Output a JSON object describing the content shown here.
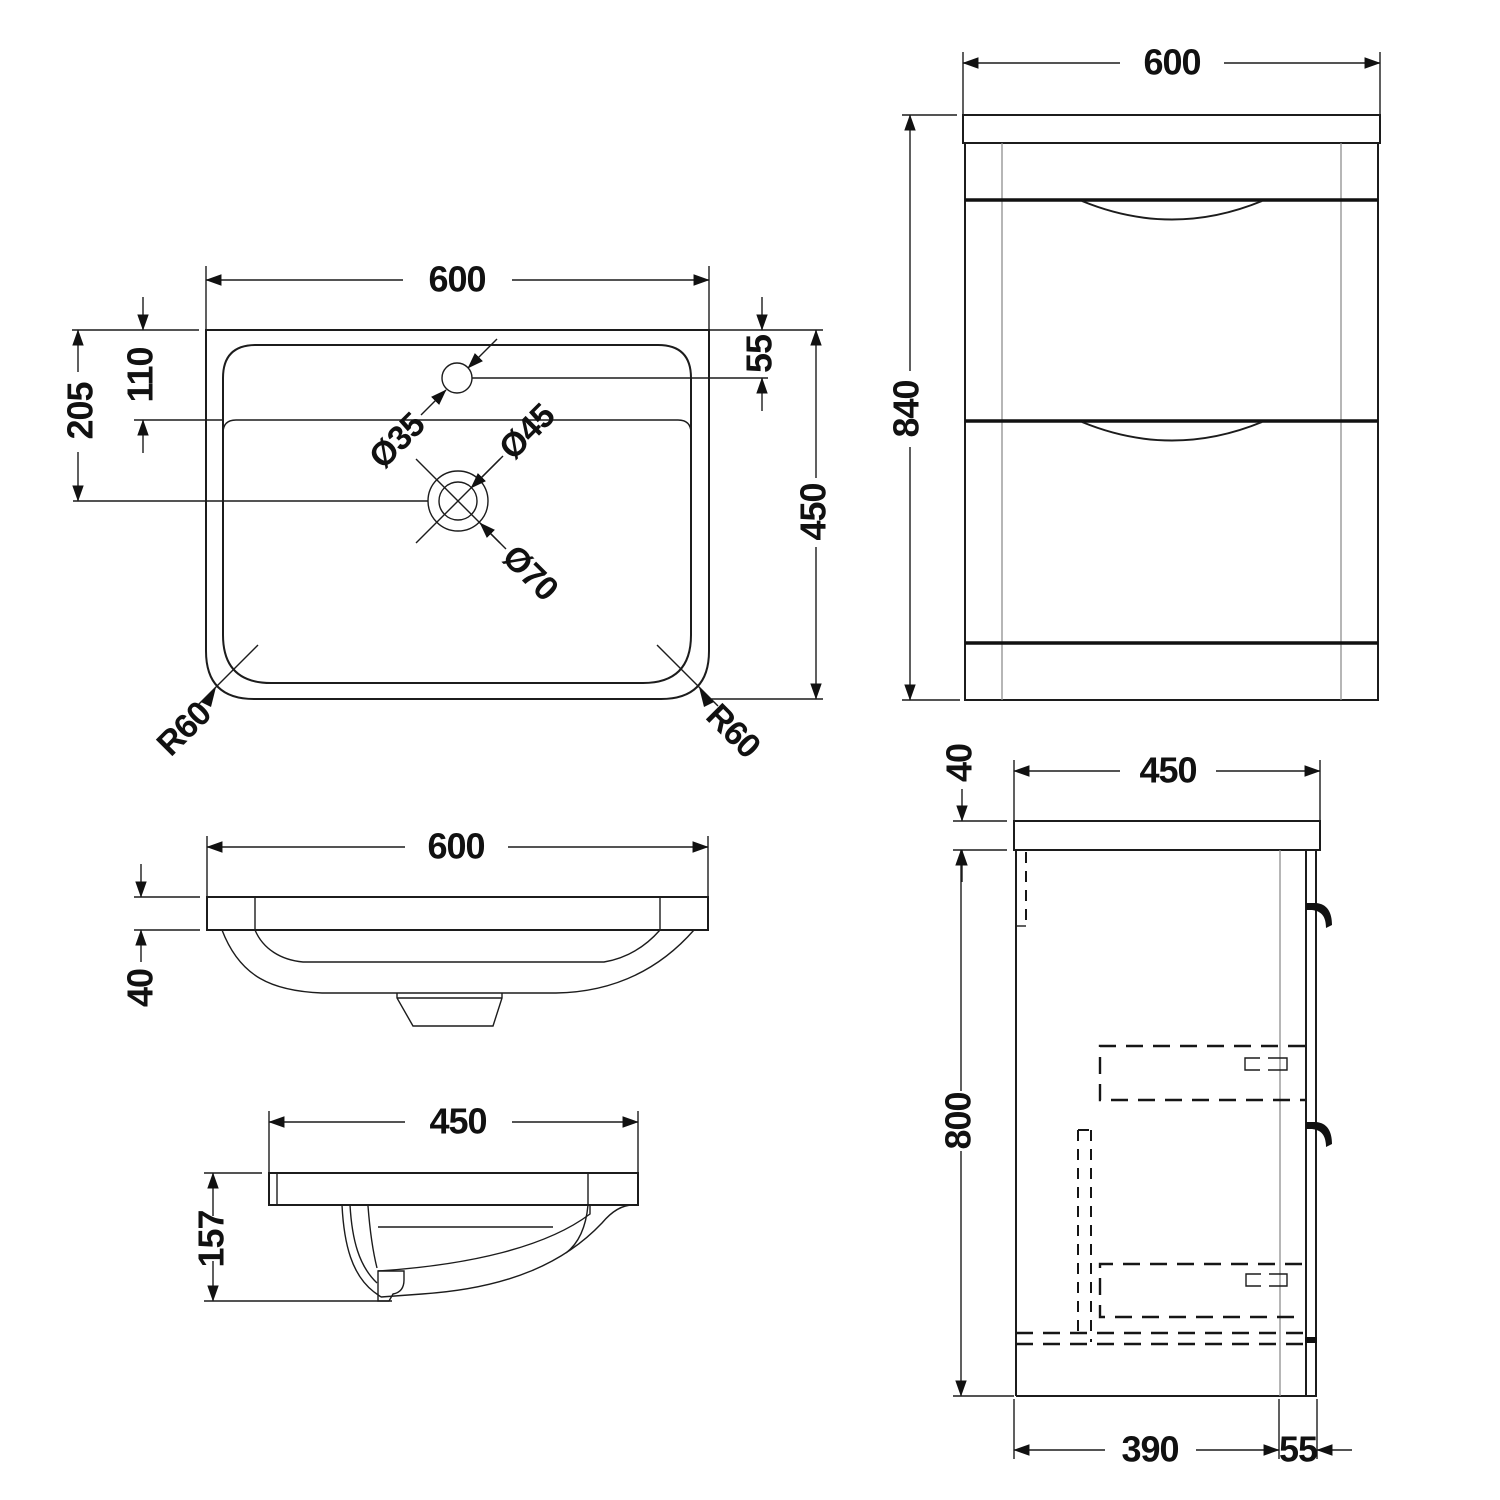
{
  "drawing": {
    "plan": {
      "width": "600",
      "depth": "450",
      "tap_setback": "55",
      "bowl_setback": "110",
      "waste_setback": "205",
      "tap_hole": "Ø35",
      "waste_hole": "Ø45",
      "waste_boss": "Ø70",
      "corner_radius_left": "R60",
      "corner_radius_right": "R60"
    },
    "front": {
      "width": "600",
      "height": "840"
    },
    "basin_front_section": {
      "width": "600",
      "rim_thickness": "40"
    },
    "basin_side_section": {
      "depth": "450",
      "basin_height": "157"
    },
    "side": {
      "worktop_thickness": "40",
      "depth": "450",
      "height": "800",
      "body_depth": "390",
      "front_offset": "55"
    }
  }
}
